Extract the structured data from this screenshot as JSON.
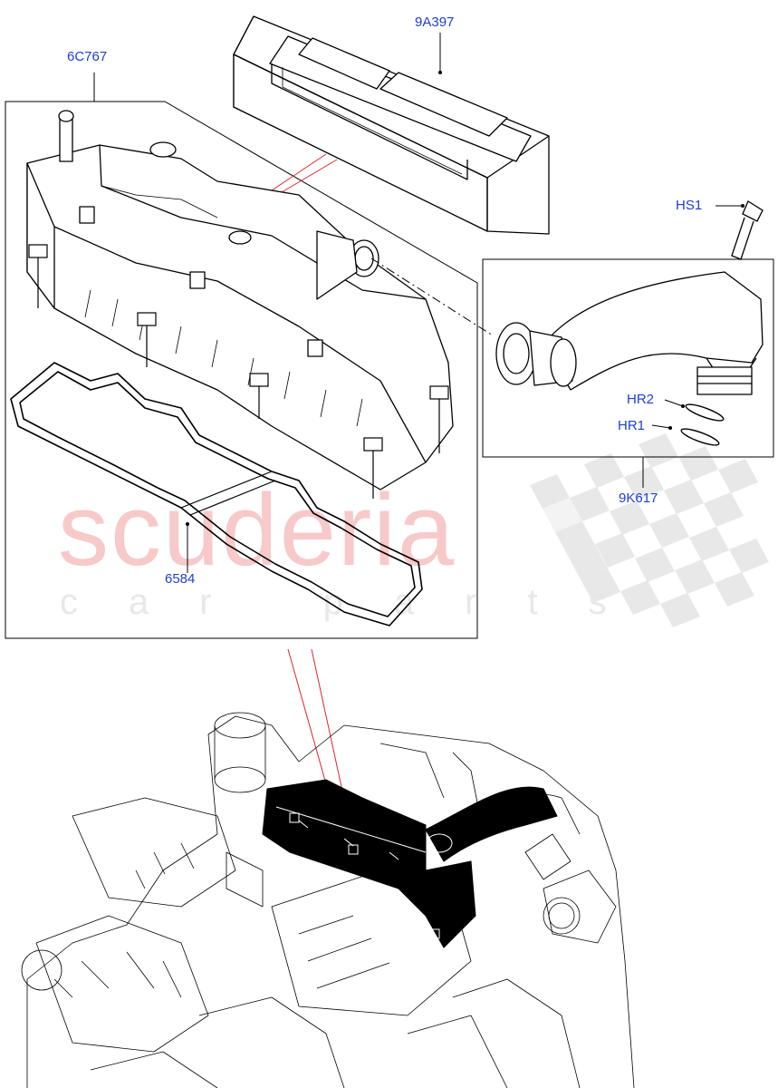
{
  "watermark": {
    "brand": "scuderia",
    "tagline": "car parts"
  },
  "callouts": {
    "p_9a397": "9A397",
    "p_6c767": "6C767",
    "p_hs1": "HS1",
    "p_hr2": "HR2",
    "p_hr1": "HR1",
    "p_9k617": "9K617",
    "p_6584": "6584"
  },
  "colors": {
    "callout": "#1a3fd6",
    "leader_red": "#e0242a",
    "watermark": "#f7c9c9"
  }
}
